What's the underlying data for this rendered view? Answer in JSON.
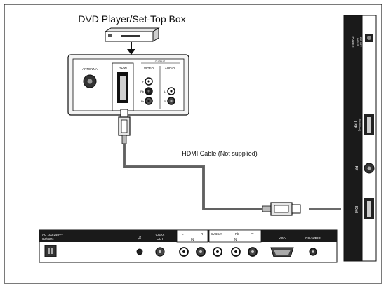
{
  "device_title": "DVD Player/Set-Top Box",
  "cable_label": "HDMI Cable (Not supplied)",
  "dvd_panel": {
    "antenna": "ANTENNA",
    "hdmi": "HDMI",
    "output": "OUTPUT",
    "video": "VIDEO",
    "audio": "AUDIO",
    "y": "Y",
    "pb": "Pb",
    "pr": "Pr",
    "l": "L",
    "r": "R"
  },
  "tv_side": {
    "power": "POWER",
    "input": "INPUT",
    "dc": "DC 12V",
    "usb": "USB",
    "usb_sub": "(5V/500mA)",
    "rf": "RF",
    "hdmi": "HDMI"
  },
  "tv_bottom": {
    "ac": "AC 100-240V~",
    "hz": "50/60Hz",
    "coax_line1": "COAX",
    "coax_line2": "OUT",
    "l": "L",
    "r": "R",
    "in1": "IN",
    "cvbs": "CVBS/Y",
    "pb": "Pb",
    "pr": "Pr",
    "in2": "IN",
    "vga": "VGA",
    "pc_audio": "PC AUDIO"
  },
  "colors": {
    "panel_dark": "#1a1a1a",
    "line": "#111111",
    "cable_gray": "#6b6b6b",
    "connector_gray": "#cfcfcf"
  }
}
